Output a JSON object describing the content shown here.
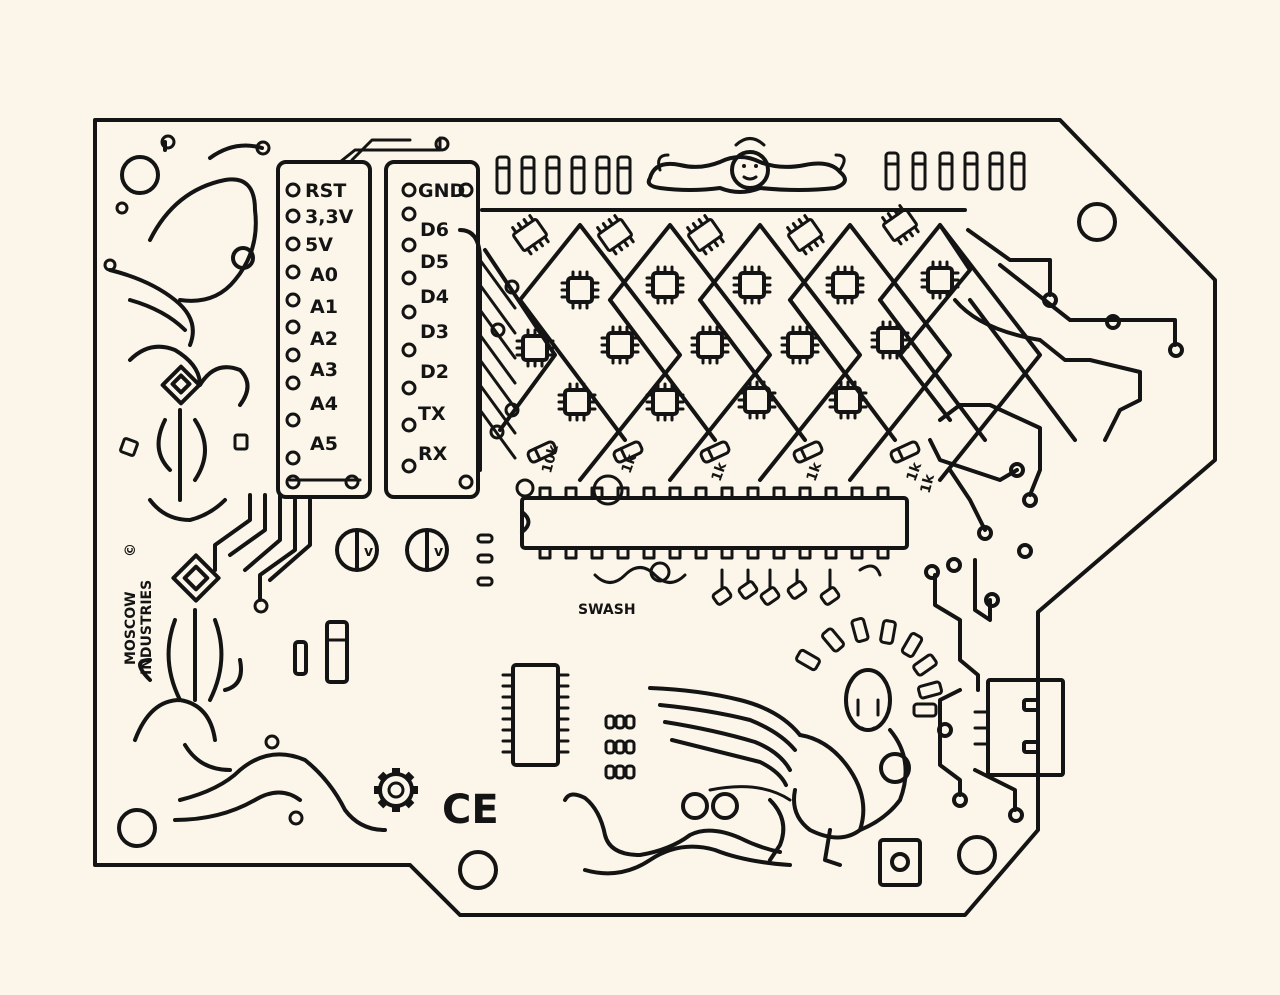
{
  "board": {
    "left_header": {
      "pins": [
        "RST",
        "3,3V",
        "5V",
        "A0",
        "A1",
        "A2",
        "A3",
        "A4",
        "A5"
      ]
    },
    "right_header": {
      "pins": [
        "GND",
        "D6",
        "D5",
        "D4",
        "D3",
        "D2",
        "TX",
        "RX"
      ]
    },
    "resistor_labels": [
      "1k",
      "1k",
      "1k",
      "1k",
      "1k",
      "1k"
    ],
    "resistor_lead_label": "1k",
    "resistor_prefix_label": "10k",
    "maker_mark": [
      "MOSCOW",
      "INDUSTRIES"
    ],
    "copyright_mark": "©",
    "chip_label": "SWASH",
    "certification_mark": "CE"
  },
  "colors": {
    "paper": "#fbf6e9",
    "ink": "#141414"
  },
  "icons": {
    "gear": "open-hardware-gear-icon",
    "potentiometer": "potentiometer-icon",
    "usb": "usb-port-icon",
    "button": "push-button-icon"
  }
}
